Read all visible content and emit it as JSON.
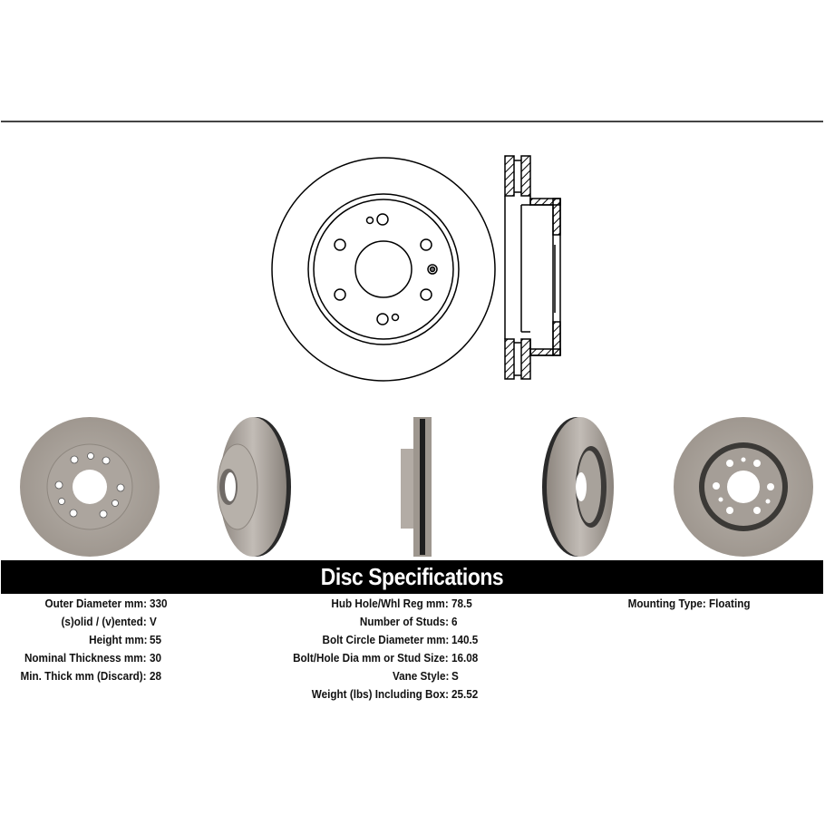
{
  "spec_header": {
    "title": "Disc Specifications"
  },
  "specs": {
    "column1": [
      {
        "label": "Outer Diameter mm:",
        "value": "330"
      },
      {
        "label": "(s)olid / (v)ented:",
        "value": "V"
      },
      {
        "label": "Height mm:",
        "value": "55"
      },
      {
        "label": "Nominal Thickness mm:",
        "value": "30"
      },
      {
        "label": "Min. Thick mm (Discard):",
        "value": "28"
      }
    ],
    "column2": [
      {
        "label": "Hub Hole/Whl Reg mm:",
        "value": "78.5"
      },
      {
        "label": "Number of Studs:",
        "value": "6"
      },
      {
        "label": "Bolt Circle Diameter mm:",
        "value": "140.5"
      },
      {
        "label": "Bolt/Hole Dia mm or Stud Size:",
        "value": "16.08"
      },
      {
        "label": "Vane Style:",
        "value": "S"
      },
      {
        "label": "Weight (lbs) Including Box:",
        "value": "25.52"
      }
    ],
    "column3": [
      {
        "label": "Mounting Type:",
        "value": "Floating"
      }
    ]
  },
  "images": {
    "technical_drawing": "brake-rotor-line-drawing-front-and-section",
    "photos": [
      "rotor-front-view",
      "rotor-angled-left-view",
      "rotor-side-profile-view",
      "rotor-angled-back-view",
      "rotor-back-view"
    ]
  },
  "colors": {
    "bar": "#000000",
    "bar_text": "#ffffff",
    "rotor_metal": "#a39b93",
    "hub_metal": "#b2aca6",
    "rule": "#444444"
  }
}
